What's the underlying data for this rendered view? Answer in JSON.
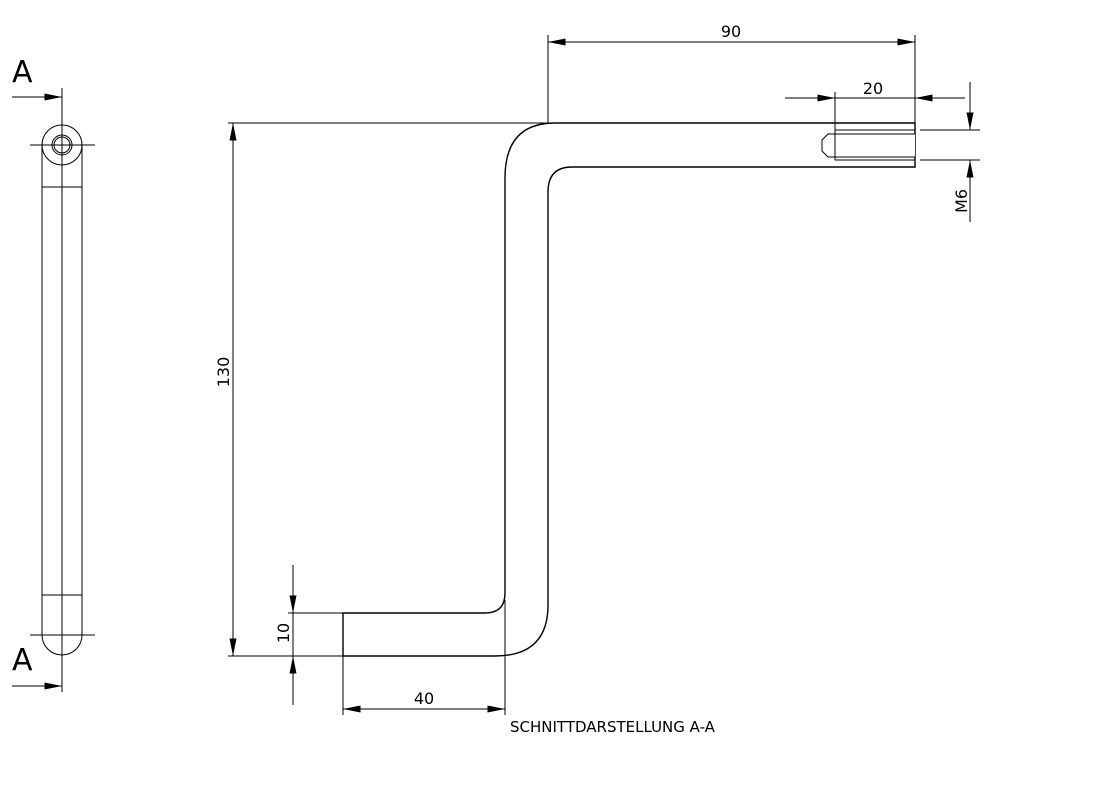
{
  "drawing": {
    "section_label_top": "A",
    "section_label_bottom": "A",
    "caption": "SCHNITTDARSTELLUNG A-A",
    "dimensions": {
      "width_top": "90",
      "thread_depth": "20",
      "thread": "M6",
      "height": "130",
      "thickness": "10",
      "width_bottom": "40"
    },
    "colors": {
      "line": "#000000",
      "background": "#ffffff"
    }
  }
}
